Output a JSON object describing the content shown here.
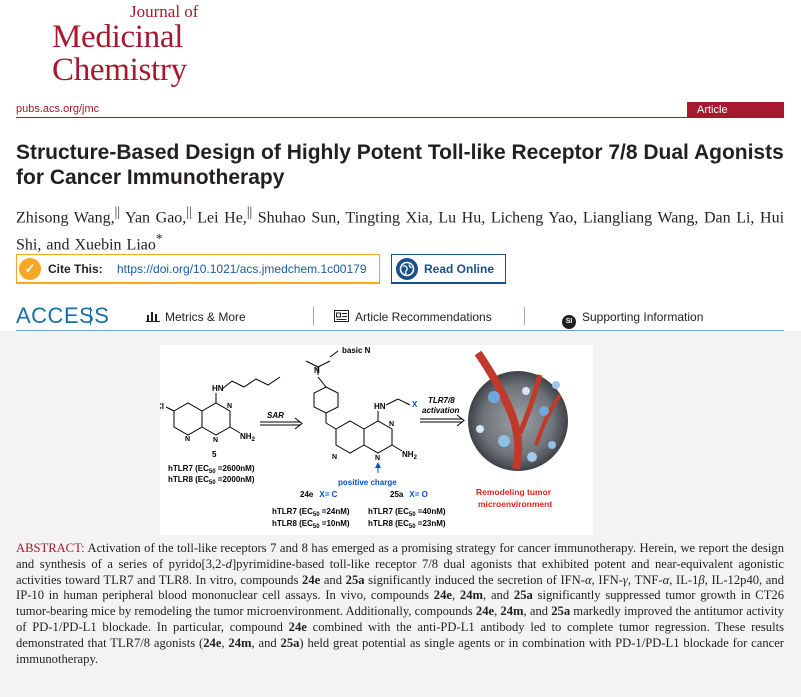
{
  "journal": {
    "of": "Journal of",
    "line1": "Medicinal",
    "line2": "Chemistry"
  },
  "site_url": "pubs.acs.org/jmc",
  "article_type": "Article",
  "title": "Structure-Based Design of Highly Potent Toll-like Receptor 7/8 Dual Agonists for Cancer Immunotherapy",
  "authors_html": "Zhisong Wang,<sup>||</sup> Yan Gao,<sup>||</sup> Lei He,<sup>||</sup> Shuhao Sun, Tingting Xia, Lu Hu, Licheng Yao, Liangliang Wang, Dan Li, Hui Shi, and Xuebin Liao<sup>*</sup>",
  "cite": {
    "label": "Cite This:",
    "doi": "https://doi.org/10.1021/acs.jmedchem.1c00179"
  },
  "read_online": "Read Online",
  "access": {
    "label": "ACCESS",
    "metrics": "Metrics & More",
    "recommendations": "Article Recommendations",
    "supporting": "Supporting Information",
    "si_glyph": "SI"
  },
  "toc": {
    "basic_n": "basic N",
    "hn_left": "HN",
    "cl": "Cl",
    "n_labels": [
      "N",
      "N",
      "N",
      "N",
      "N",
      "N",
      "N",
      "N",
      "N"
    ],
    "nh2": "NH",
    "sub2": "2",
    "cmpd5": "5",
    "sar": "SAR",
    "hn_right": "HN",
    "x": "X",
    "tlr_line1": "TLR7/8",
    "tlr_line2": "activation",
    "positive_charge": "positive charge",
    "ec50_5": [
      "hTLR7 (EC",
      "50",
      " =2600nM)",
      "hTLR8 (EC",
      "50",
      " =2000nM)"
    ],
    "cmpd24e": "24e",
    "x_c": "X= C",
    "cmpd25a": "25a",
    "x_o": "X= O",
    "ec50_24e": [
      "hTLR7 (EC",
      "50",
      " =24nM)",
      "hTLR8 (EC",
      "50",
      " =10nM)"
    ],
    "ec50_25a": [
      "hTLR7 (EC",
      "50",
      " =40nM)",
      "hTLR8 (EC",
      "50",
      " =23nM)"
    ],
    "remodel1": "Remodeling tumor",
    "remodel2": "microenvironment"
  },
  "abstract": {
    "heading": "ABSTRACT:",
    "body_html": "Activation of the toll-like receptors 7 and 8 has emerged as a promising strategy for cancer immunotherapy. Herein, we report the design and synthesis of a series of pyrido[3,2-<i>d</i>]pyrimidine-based toll-like receptor 7/8 dual agonists that exhibited potent and near-equivalent agonistic activities toward TLR7 and TLR8. In vitro, compounds <b>24e</b> and <b>25a</b> significantly induced the secretion of IFN-<i>α</i>, IFN-<i>γ</i>, TNF-<i>α</i>, IL-1<i>β</i>, IL-12p40, and IP-10 in human peripheral blood mononuclear cell assays. In vivo, compounds <b>24e</b>, <b>24m</b>, and <b>25a</b> significantly suppressed tumor growth in CT26 tumor-bearing mice by remodeling the tumor microenvironment. Additionally, compounds <b>24e</b>, <b>24m</b>, and <b>25a</b> markedly improved the antitumor activity of PD-1/PD-L1 blockade. In particular, compound <b>24e</b> combined with the anti-PD-L1 antibody led to complete tumor regression. These results demonstrated that TLR7/8 agonists (<b>24e</b>, <b>24m</b>, and <b>25a</b>) held great potential as single agents or in combination with PD-1/PD-L1 blockade for cancer immunotherapy."
  },
  "colors": {
    "brand_red": "#a6192e",
    "cite_orange": "#f7a723",
    "read_blue": "#1a4f8b",
    "access_blue": "#1a6fa8",
    "highlight_blue": "#0052cc",
    "remodel_red": "#e2231a"
  }
}
